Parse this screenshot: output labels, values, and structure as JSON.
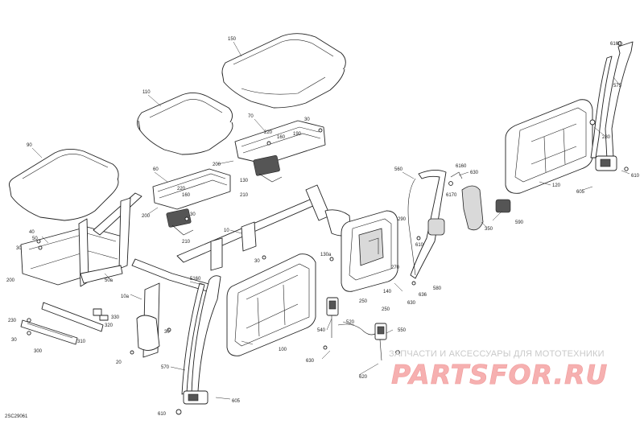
{
  "diagram": {
    "reference_code": "2SC29061",
    "watermark": {
      "caption": "ЗАПЧАСТИ И АКСЕССУАРЫ ДЛЯ МОТОТЕХНИКИ",
      "brand": "PARTSFOR.RU"
    },
    "callouts": [
      {
        "id": "c150",
        "text": "150"
      },
      {
        "id": "c110",
        "text": "110"
      },
      {
        "id": "c90",
        "text": "90"
      },
      {
        "id": "c70",
        "text": "70"
      },
      {
        "id": "c30a",
        "text": "30"
      },
      {
        "id": "c220a",
        "text": "220"
      },
      {
        "id": "c160a",
        "text": "160"
      },
      {
        "id": "c190",
        "text": "190"
      },
      {
        "id": "c200a",
        "text": "200"
      },
      {
        "id": "c130",
        "text": "130"
      },
      {
        "id": "c210a",
        "text": "210"
      },
      {
        "id": "c60",
        "text": "60"
      },
      {
        "id": "c220b",
        "text": "220"
      },
      {
        "id": "c160b",
        "text": "160"
      },
      {
        "id": "c200b",
        "text": "200"
      },
      {
        "id": "c30b",
        "text": "30"
      },
      {
        "id": "c210b",
        "text": "210"
      },
      {
        "id": "c40",
        "text": "40"
      },
      {
        "id": "c50",
        "text": "50"
      },
      {
        "id": "c30c",
        "text": "30"
      },
      {
        "id": "c200c",
        "text": "200"
      },
      {
        "id": "c50a",
        "text": "50a"
      },
      {
        "id": "c10a",
        "text": "10a"
      },
      {
        "id": "c10",
        "text": "10"
      },
      {
        "id": "c30d",
        "text": "30"
      },
      {
        "id": "c5160a",
        "text": "5160"
      },
      {
        "id": "c230",
        "text": "230"
      },
      {
        "id": "c30e",
        "text": "30"
      },
      {
        "id": "c330",
        "text": "330"
      },
      {
        "id": "c320",
        "text": "320"
      },
      {
        "id": "c310",
        "text": "310"
      },
      {
        "id": "c300",
        "text": "300"
      },
      {
        "id": "c20",
        "text": "20"
      },
      {
        "id": "c30f",
        "text": "30"
      },
      {
        "id": "c130a",
        "text": "130a"
      },
      {
        "id": "c140",
        "text": "140"
      },
      {
        "id": "c100",
        "text": "100"
      },
      {
        "id": "c570",
        "text": "570"
      },
      {
        "id": "c810a",
        "text": "610"
      },
      {
        "id": "c605a",
        "text": "605"
      },
      {
        "id": "c250a",
        "text": "250"
      },
      {
        "id": "c250b",
        "text": "250"
      },
      {
        "id": "c540",
        "text": "540"
      },
      {
        "id": "c520",
        "text": "520"
      },
      {
        "id": "c550",
        "text": "550"
      },
      {
        "id": "c630",
        "text": "630"
      },
      {
        "id": "c620",
        "text": "620"
      },
      {
        "id": "c630b",
        "text": "630"
      },
      {
        "id": "c636",
        "text": "636"
      },
      {
        "id": "c580",
        "text": "580"
      },
      {
        "id": "c290",
        "text": "290"
      },
      {
        "id": "c270",
        "text": "270"
      },
      {
        "id": "c610b",
        "text": "610"
      },
      {
        "id": "c560",
        "text": "560"
      },
      {
        "id": "c6160a",
        "text": "6160"
      },
      {
        "id": "c6170",
        "text": "6170"
      },
      {
        "id": "c630c",
        "text": "630"
      },
      {
        "id": "c350",
        "text": "350"
      },
      {
        "id": "c6160b",
        "text": "6160"
      },
      {
        "id": "c575",
        "text": "575"
      },
      {
        "id": "c280",
        "text": "280"
      },
      {
        "id": "c120",
        "text": "120"
      },
      {
        "id": "c610c",
        "text": "610"
      },
      {
        "id": "c605b",
        "text": "605"
      },
      {
        "id": "c590",
        "text": "590"
      }
    ]
  }
}
